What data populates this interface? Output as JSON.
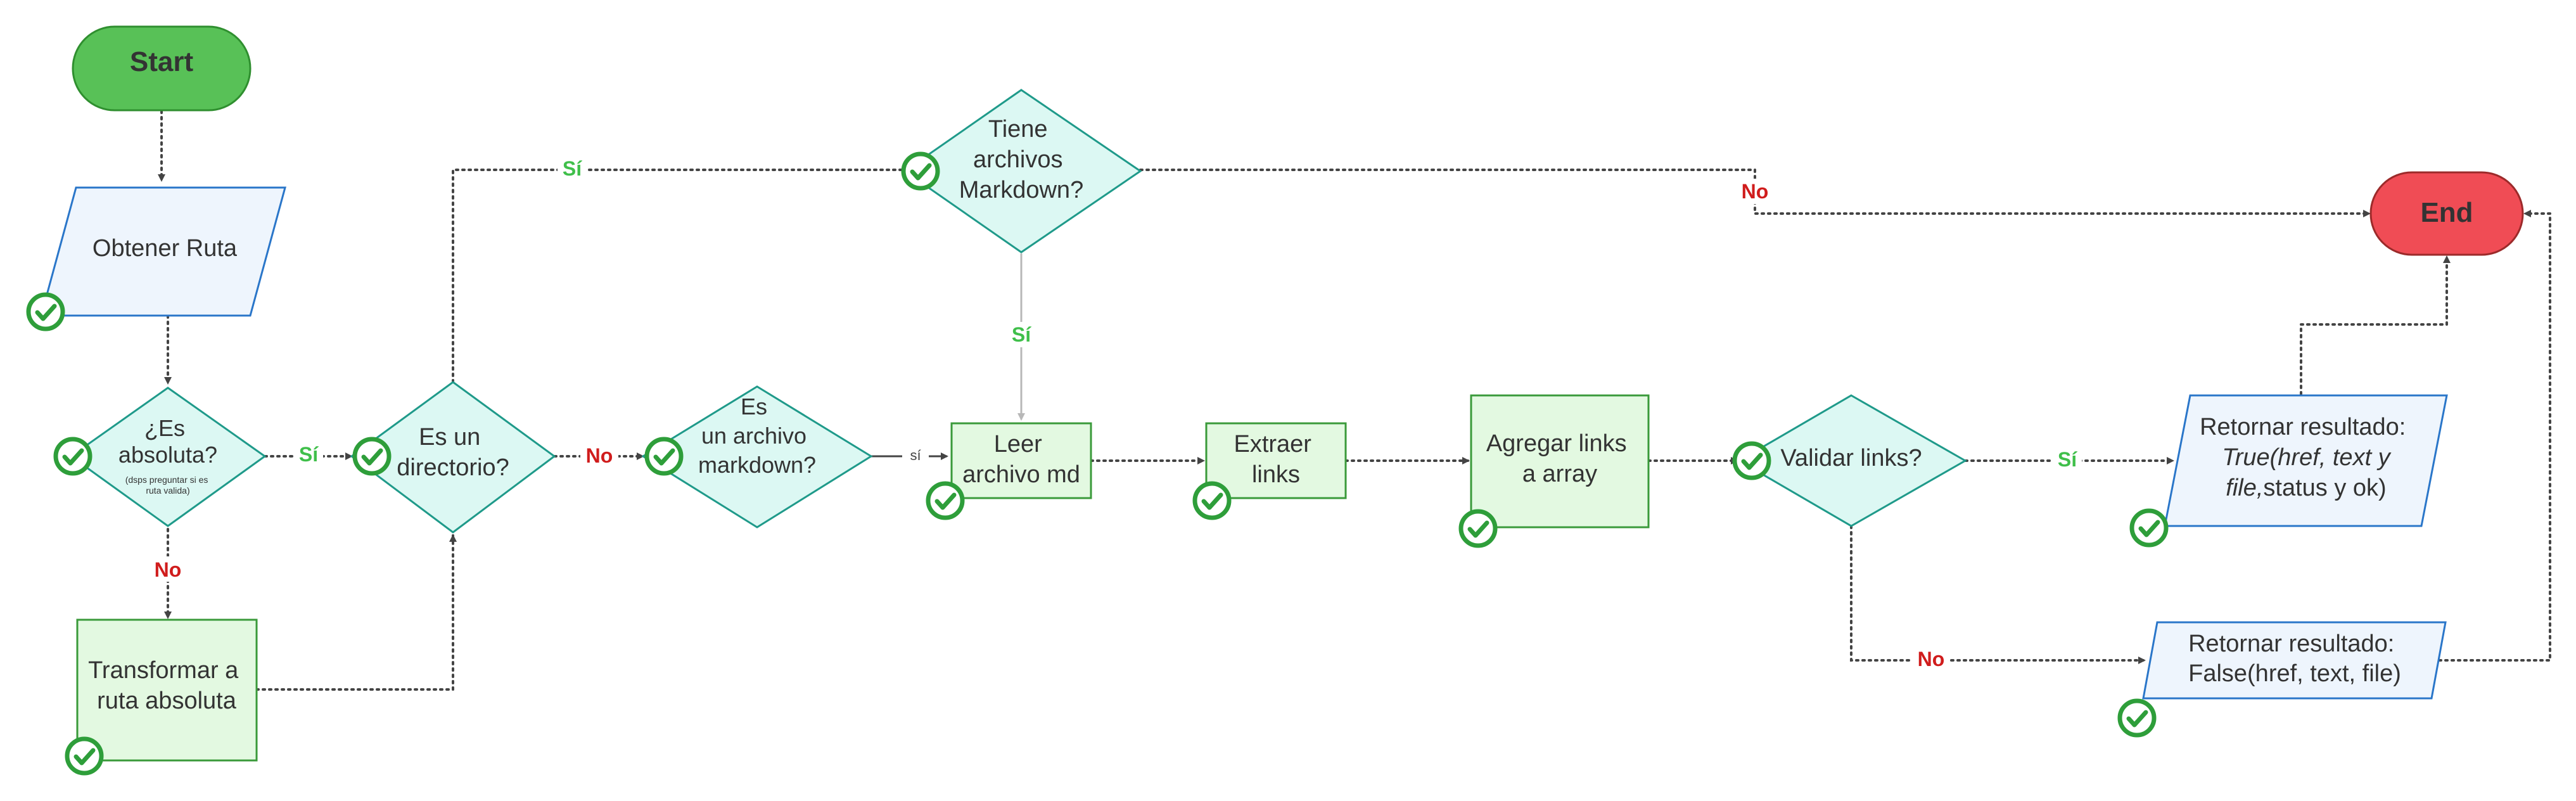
{
  "colors": {
    "terminal_start": "#58c157",
    "terminal_end": "#f04c55",
    "io_fill": "#eef5fd",
    "io_stroke": "#2a76c9",
    "process_fill": "#e3f9e1",
    "process_stroke": "#3a9a3a",
    "decision_fill": "#dcf8f3",
    "decision_stroke": "#1f9a8a",
    "label_yes": "#3fbf4a",
    "label_no": "#d01c1c",
    "check": "#2e9e3a"
  },
  "nodes": {
    "start": {
      "lines": [
        "Start"
      ]
    },
    "end": {
      "lines": [
        "End"
      ]
    },
    "obtener_ruta": {
      "lines": [
        "Obtener Ruta"
      ]
    },
    "es_absoluta": {
      "lines": [
        "¿Es",
        "absoluta?"
      ],
      "note_lines": [
        "(dsps preguntar si es",
        "ruta valida)"
      ]
    },
    "transformar": {
      "lines": [
        "Transformar a",
        "ruta absoluta"
      ]
    },
    "es_directorio": {
      "lines": [
        "Es un",
        "directorio?"
      ]
    },
    "es_markdown": {
      "lines": [
        "Es",
        "un archivo",
        "markdown?"
      ]
    },
    "tiene_markdown": {
      "lines": [
        "Tiene",
        "archivos",
        "Markdown?"
      ]
    },
    "leer_archivo": {
      "lines": [
        "Leer",
        "archivo md"
      ]
    },
    "extraer_links": {
      "lines": [
        "Extraer",
        "links"
      ]
    },
    "agregar_links": {
      "lines": [
        "Agregar links",
        "a array"
      ]
    },
    "validar_links": {
      "lines": [
        "Validar links?"
      ]
    },
    "retornar_true": {
      "lines": [
        "Retornar resultado:"
      ],
      "italic_lines": [
        "True(href, text y",
        "file,"
      ],
      "trailing_text": "status y ok)"
    },
    "retornar_false": {
      "lines": [
        "Retornar resultado:",
        "False(href, text, file)"
      ]
    }
  },
  "edge_labels": {
    "yes": "Sí",
    "no": "No",
    "si_small": "sí"
  }
}
